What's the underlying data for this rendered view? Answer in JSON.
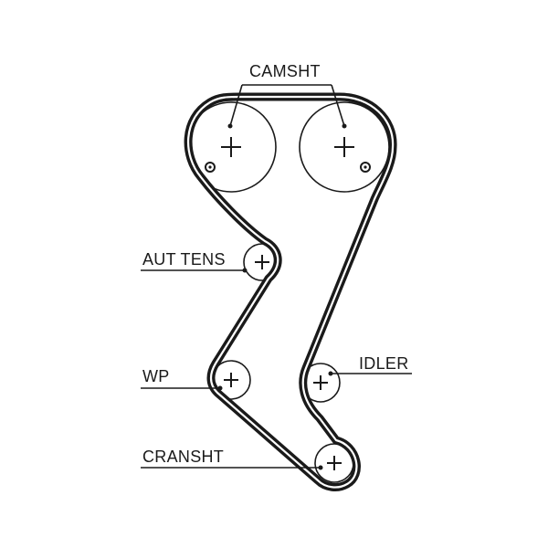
{
  "diagram": {
    "labels": {
      "camshaft": "CAMSHT",
      "tensioner": "AUT TENS",
      "water_pump": "WP",
      "idler": "IDLER",
      "crankshaft": "CRANSHT"
    }
  }
}
